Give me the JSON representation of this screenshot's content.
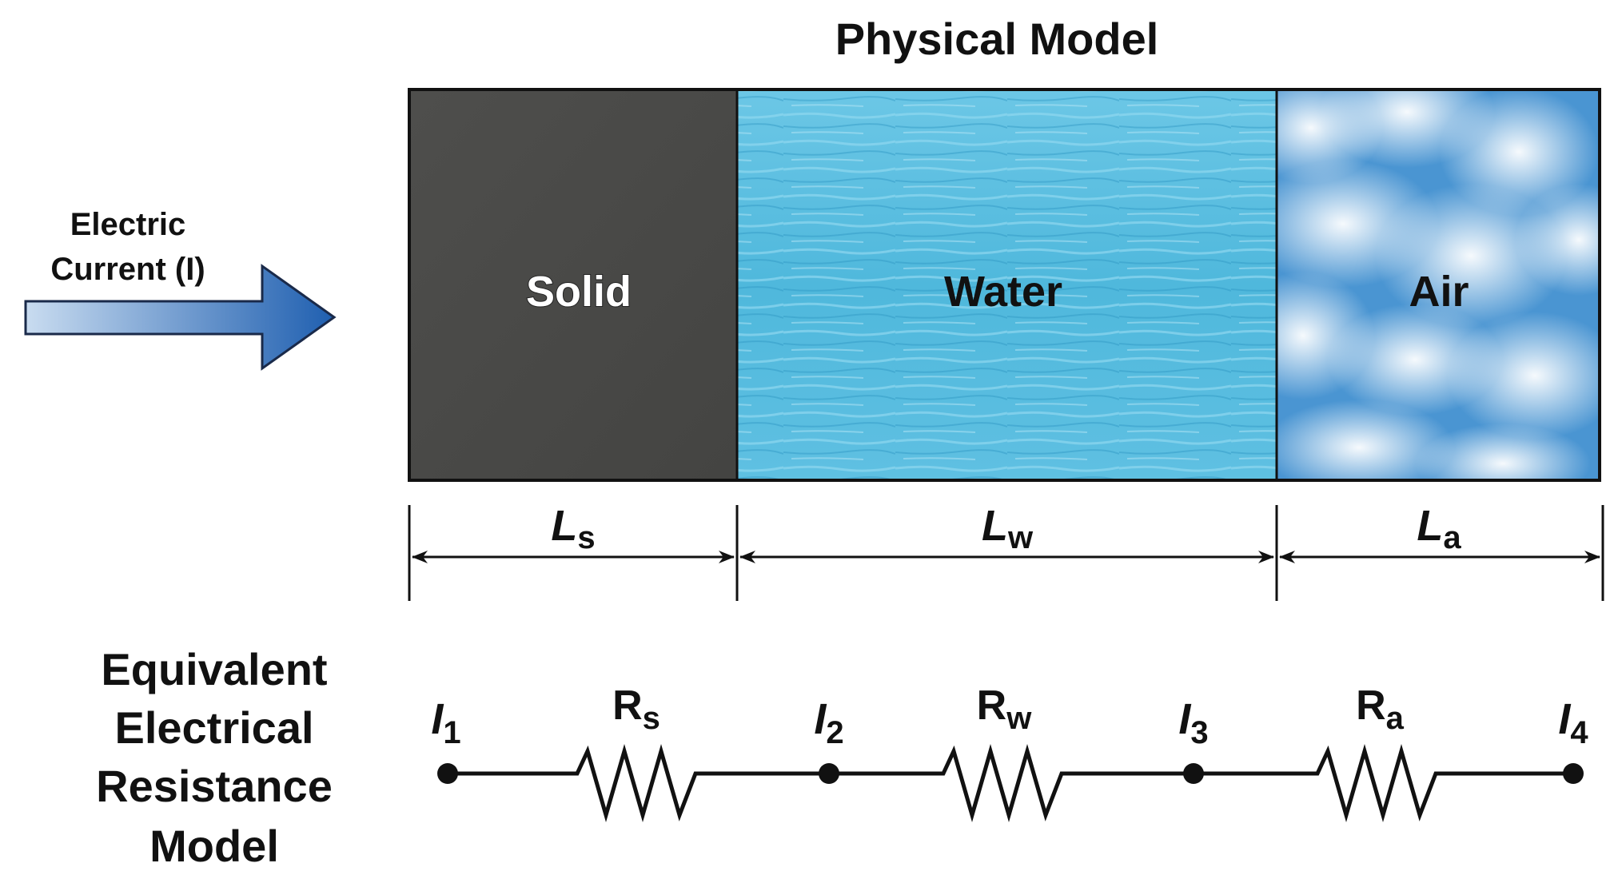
{
  "title": "Physical Model",
  "current": {
    "line1": "Electric",
    "line2": "Current (I)"
  },
  "layers": [
    {
      "name": "Solid",
      "length_symbol": "L",
      "length_sub": "s"
    },
    {
      "name": "Water",
      "length_symbol": "L",
      "length_sub": "w"
    },
    {
      "name": "Air",
      "length_symbol": "L",
      "length_sub": "a"
    }
  ],
  "equivalent_model": {
    "lines": [
      "Equivalent",
      "Electrical",
      "Resistance",
      "Model"
    ]
  },
  "nodes": [
    {
      "symbol": "I",
      "sub": "1"
    },
    {
      "symbol": "I",
      "sub": "2"
    },
    {
      "symbol": "I",
      "sub": "3"
    },
    {
      "symbol": "I",
      "sub": "4"
    }
  ],
  "resistors": [
    {
      "symbol": "R",
      "sub": "s"
    },
    {
      "symbol": "R",
      "sub": "w"
    },
    {
      "symbol": "R",
      "sub": "a"
    }
  ],
  "colors": {
    "solid": "#4a4a48",
    "water": "#4fb8dc",
    "air_light": "#e8f2fa",
    "air_dark": "#4a95d2",
    "arrow_light": "#c9dcf0",
    "arrow_dark": "#1f5fb0"
  }
}
